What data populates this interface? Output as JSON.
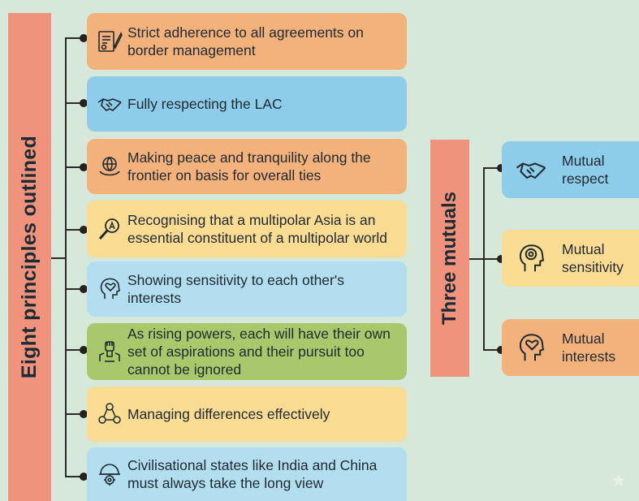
{
  "left_label": "Eight principles outlined",
  "right_label": "Three mutuals",
  "principles": [
    {
      "text": "Strict adherence to all agreements on border management",
      "icon": "document-pen-icon",
      "color": "orange"
    },
    {
      "text": "Fully respecting the LAC",
      "icon": "handshake-icon",
      "color": "blue"
    },
    {
      "text": "Making peace and tranquility along the frontier on basis for overall ties",
      "icon": "globe-hands-icon",
      "color": "orange"
    },
    {
      "text": "Recognising that a multipolar Asia is an essential constituent of a multipolar world",
      "icon": "magnifier-a-icon",
      "color": "yellow"
    },
    {
      "text": "Showing sensitivity to each other's interests",
      "icon": "head-heart-icon",
      "color": "lightblue"
    },
    {
      "text": "As rising powers, each will have their own set of aspirations and their pursuit too cannot be ignored",
      "icon": "raised-fist-icon",
      "color": "green"
    },
    {
      "text": "Managing differences effectively",
      "icon": "network-people-icon",
      "color": "yellow"
    },
    {
      "text": "Civilisational states like India and China must always take the long view",
      "icon": "helmet-gear-icon",
      "color": "lightblue"
    }
  ],
  "mutuals": [
    {
      "text": "Mutual respect",
      "line1": "Mutual",
      "line2": "respect",
      "icon": "handshake-icon",
      "color": "blue"
    },
    {
      "text": "Mutual sensitivity",
      "line1": "Mutual",
      "line2": "sensitivity",
      "icon": "head-target-icon",
      "color": "yellow"
    },
    {
      "text": "Mutual interests",
      "line1": "Mutual",
      "line2": "interests",
      "icon": "head-heart-icon",
      "color": "orange"
    }
  ]
}
